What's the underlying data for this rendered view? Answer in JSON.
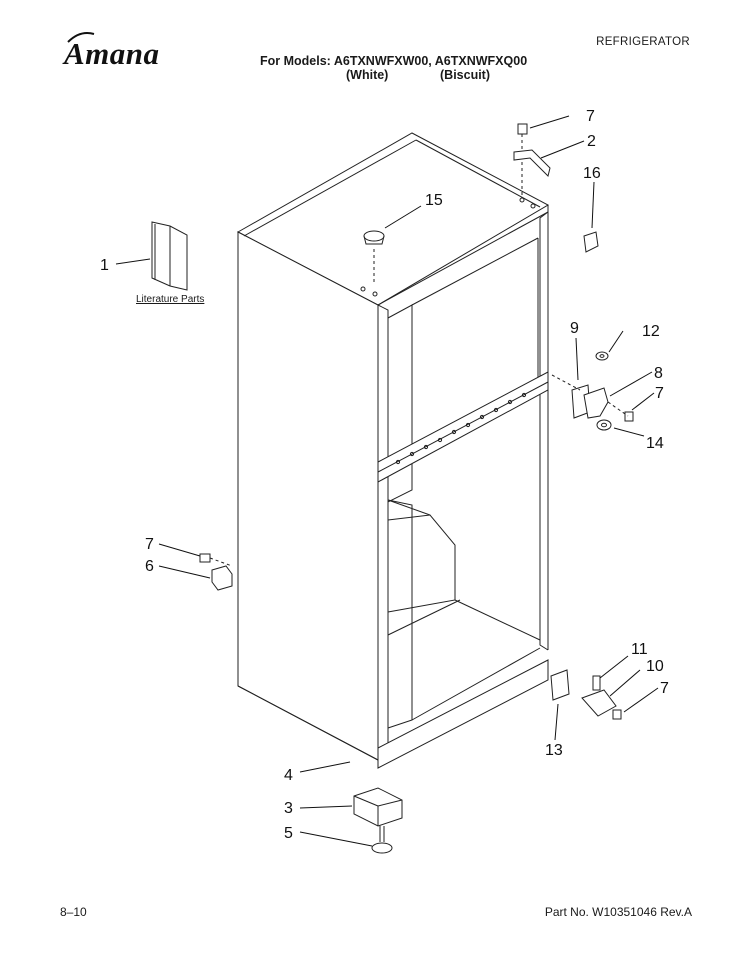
{
  "header": {
    "brand": "Amana",
    "section": "REFRIGERATOR",
    "models_line": "For Models: A6TXNWFXW00, A6TXNWFXQ00",
    "color_white": "(White)",
    "color_biscuit": "(Biscuit)"
  },
  "diagram": {
    "literature_label": "Literature Parts",
    "callouts": [
      "1",
      "2",
      "3",
      "4",
      "5",
      "6",
      "7",
      "7",
      "7",
      "7",
      "8",
      "9",
      "10",
      "11",
      "12",
      "13",
      "14",
      "15",
      "16"
    ]
  },
  "footer": {
    "page": "8–10",
    "part_no": "Part No. W10351046 Rev.A"
  }
}
